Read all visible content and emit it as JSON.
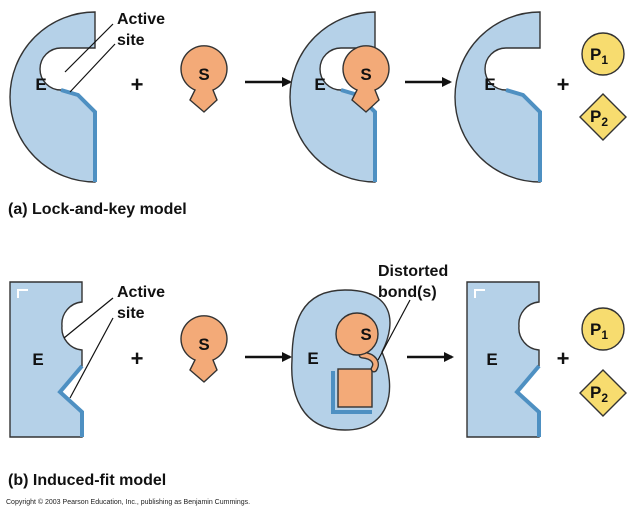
{
  "colors": {
    "enzyme_fill": "#b5d1e8",
    "enzyme_edge": "#4e90c2",
    "substrate_fill": "#f3aa78",
    "product_fill": "#f7dc6f",
    "outline": "#333333"
  },
  "panel_a": {
    "caption_tag": "(a)",
    "caption_text": "Lock-and-key model",
    "active_site_label": [
      "Active",
      "site"
    ],
    "enzyme_label": "E",
    "substrate_label": "S",
    "plus": "+",
    "product1": {
      "letter": "P",
      "subscript": "1"
    },
    "product2": {
      "letter": "P",
      "subscript": "2"
    }
  },
  "panel_b": {
    "caption_tag": "(b)",
    "caption_text": "Induced-fit model",
    "active_site_label": [
      "Active",
      "site"
    ],
    "distorted_label": [
      "Distorted",
      "bond(s)"
    ],
    "enzyme_label": "E",
    "substrate_label": "S",
    "plus": "+",
    "product1": {
      "letter": "P",
      "subscript": "1"
    },
    "product2": {
      "letter": "P",
      "subscript": "2"
    }
  },
  "copyright": "Copyright © 2003 Pearson Education, Inc., publishing as Benjamin Cummings."
}
